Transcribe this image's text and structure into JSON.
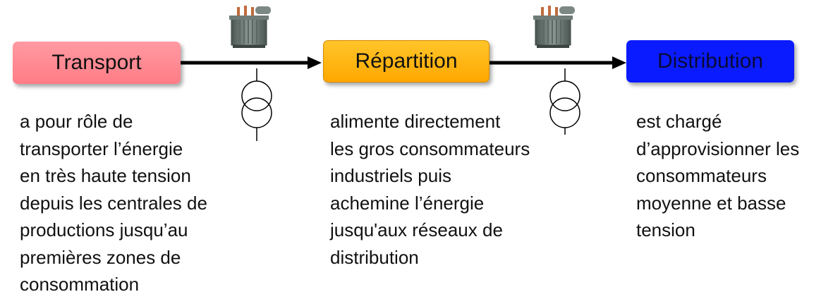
{
  "stages": [
    {
      "id": "transport",
      "label": "Transport",
      "color": "#ff8a93",
      "description": "a pour rôle de\ntransporter l’énergie\nen très haute tension\ndepuis les centrales de\nproductions jusqu’au\npremières zones de\nconsommation"
    },
    {
      "id": "repartition",
      "label": "Répartition",
      "color": "#ffb300",
      "description": "alimente directement\nles gros consommateurs\nindustriels puis\nachemine l’énergie\njusqu'aux réseaux de\ndistribution"
    },
    {
      "id": "distribution",
      "label": "Distribution",
      "color": "#0a1cff",
      "description": "est chargé\nd’approvisionner les\nconsommateurs\nmoyenne et basse\ntension"
    }
  ],
  "connectors": [
    {
      "from": "transport",
      "to": "repartition",
      "icons": [
        "transformer-photo-icon",
        "transformer-symbol-icon"
      ]
    },
    {
      "from": "repartition",
      "to": "distribution",
      "icons": [
        "transformer-photo-icon",
        "transformer-symbol-icon"
      ]
    }
  ]
}
